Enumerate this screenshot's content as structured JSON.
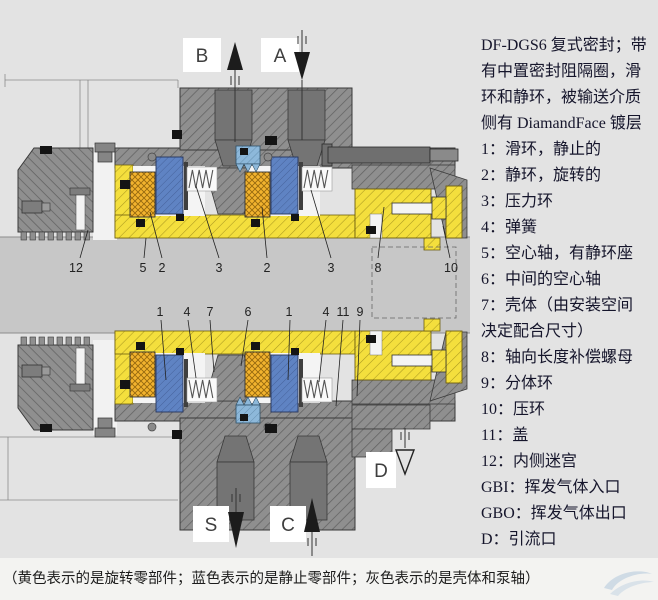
{
  "legend": {
    "lines": [
      "DF-DGS6 复式密封；带",
      "有中置密封阻隔圈，滑",
      "环和静环，被输送介质",
      "侧有 DiamandFace 镀层",
      "1：滑环，静止的",
      "2：静环，旋转的",
      "3：压力环",
      "4：弹簧",
      "5：空心轴，有静环座",
      "6：中间的空心轴",
      "7：壳体（由安装空间",
      "决定配合尺寸）",
      "8：轴向长度补偿螺母",
      "9：分体环",
      "10：压环",
      "11：盖",
      "12：内侧迷宫",
      "GBI：挥发气体入口",
      "GBO：挥发气体出口",
      "D：引流口"
    ]
  },
  "caption": "（黄色表示的是旋转零部件；蓝色表示的是静止零部件；灰色表示的是壳体和泵轴）",
  "diagram": {
    "section_labels": {
      "top_left": "B",
      "top_right": "A",
      "bottom_left": "S",
      "bottom_mid": "C",
      "right": "D"
    },
    "callouts_top": [
      "12",
      "5",
      "2",
      "3",
      "2",
      "3",
      "8",
      "10"
    ],
    "callouts_bottom": [
      "1",
      "4",
      "7",
      "6",
      "1",
      "4",
      "11",
      "9"
    ],
    "colors": {
      "rotating_parts_yellow": "#f4df3d",
      "static_parts_blue": "#5f83c3",
      "housing_gray": "#8f8f8f",
      "barrier_ring_blue": "#8db8da",
      "orange_seat": "#f2b32e",
      "shaft_gray": "#c7c7c7"
    }
  }
}
